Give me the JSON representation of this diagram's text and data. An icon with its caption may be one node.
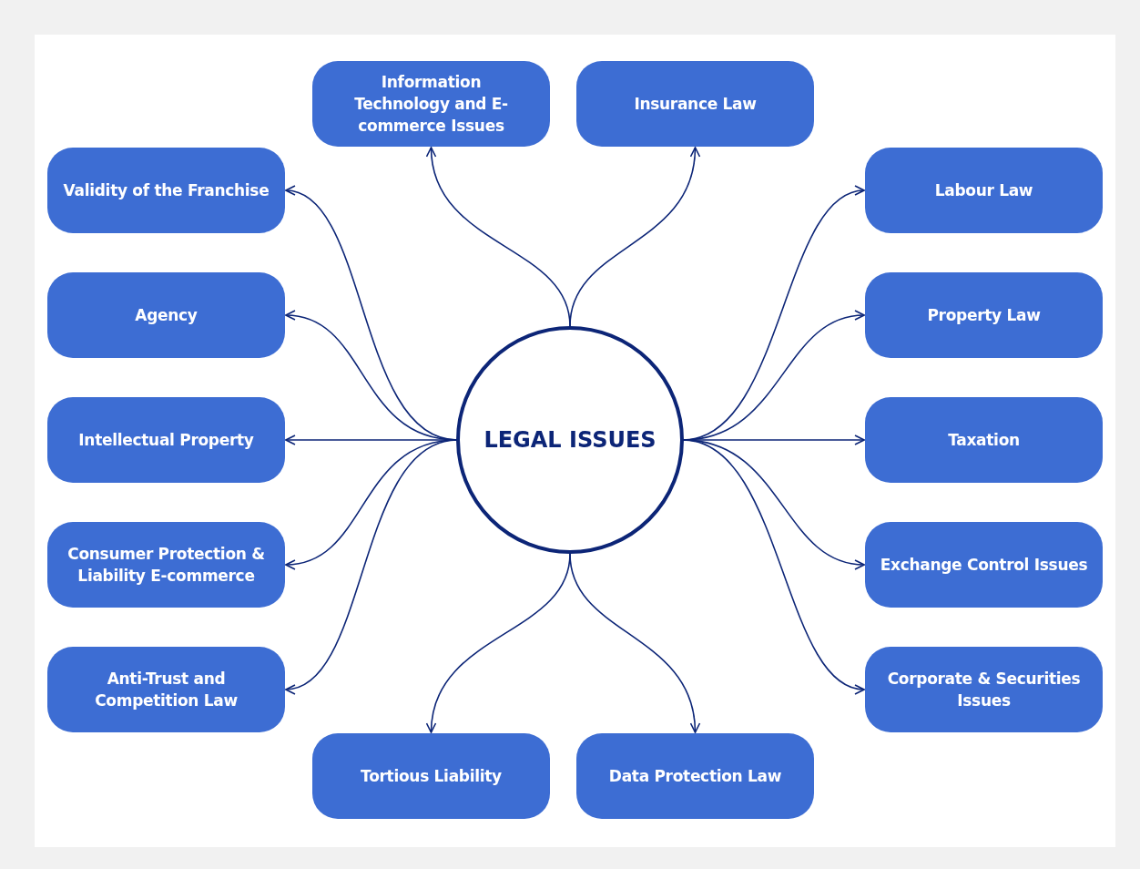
{
  "diagram": {
    "nodes": [
      {
        "text": [
          "LEGAL ISSUES"
        ]
      },
      {
        "text": [
          "Information Technology and E-commerce Issues"
        ]
      },
      {
        "text": [
          "Insurance Law"
        ]
      },
      {
        "text": [
          "Validity of the Franchise"
        ]
      },
      {
        "text": [
          "Labour Law"
        ]
      },
      {
        "text": [
          "Agency"
        ]
      },
      {
        "text": [
          "Property Law"
        ]
      },
      {
        "text": [
          "Intellectual Property"
        ]
      },
      {
        "text": [
          "Taxation"
        ]
      },
      {
        "text": [
          "Consumer Protection & Liability E-commerce"
        ]
      },
      {
        "text": [
          "Exchange Control Issues"
        ]
      },
      {
        "text": [
          "Anti-Trust and Competition Law"
        ]
      },
      {
        "text": [
          "Corporate & Securities Issues"
        ]
      },
      {
        "text": [
          "Tortious Liability"
        ]
      },
      {
        "text": [
          "Data Protection Law"
        ]
      }
    ],
    "edges": [
      {
        "from": 0,
        "to": 1,
        "arrow": "to"
      },
      {
        "from": 0,
        "to": 2,
        "arrow": "to"
      },
      {
        "from": 0,
        "to": 3,
        "arrow": "to"
      },
      {
        "from": 0,
        "to": 4,
        "arrow": "to"
      },
      {
        "from": 0,
        "to": 5,
        "arrow": "to"
      },
      {
        "from": 0,
        "to": 6,
        "arrow": "to"
      },
      {
        "from": 0,
        "to": 7,
        "arrow": "to"
      },
      {
        "from": 0,
        "to": 8,
        "arrow": "to"
      },
      {
        "from": 0,
        "to": 9,
        "arrow": "to"
      },
      {
        "from": 0,
        "to": 10,
        "arrow": "to"
      },
      {
        "from": 0,
        "to": 11,
        "arrow": "to"
      },
      {
        "from": 0,
        "to": 12,
        "arrow": "to"
      },
      {
        "from": 0,
        "to": 13,
        "arrow": "to"
      },
      {
        "from": 0,
        "to": 14,
        "arrow": "to"
      }
    ]
  }
}
